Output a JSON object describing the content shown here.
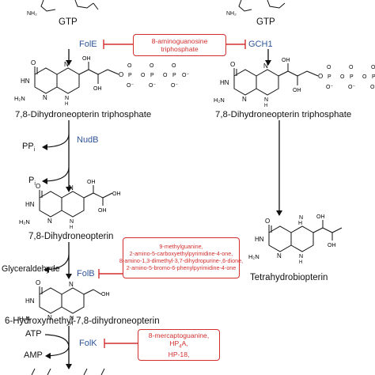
{
  "compounds": {
    "gtp_left": "GTP",
    "gtp_right": "GTP",
    "dhnp_tp_left": "7,8-Dihydroneopterin triphosphate",
    "dhnp_tp_right": "7,8-Dihydroneopterin triphosphate",
    "dhnp": "7,8-Dihydroneopterin",
    "bh4": "Tetrahydrobiopterin",
    "glyceraldehyde": "Glyceraldehyde",
    "hmdhp": "6-Hydroxymethyl-7,8-dihydroneopterin"
  },
  "enzymes": {
    "fole": "FolE",
    "gch1": "GCH1",
    "nudb": "NudB",
    "folb": "FolB",
    "folk": "FolK"
  },
  "cofactors": {
    "ppi": "PP",
    "ppi_sub": "i",
    "pi": "P",
    "pi_sub": "i",
    "atp": "ATP",
    "amp": "AMP"
  },
  "inhibitors": {
    "gtp_box": [
      "8-aminoguanosine",
      "triphosphate"
    ],
    "folb_box": [
      "9-methylguanine,",
      "2-amino-5-carboxyethylpyrimidine-4-one,",
      "8-amino-1,3-dimethyl-3,7-dihydropurine-,6-dione,",
      "2-amino-5-bromo-6-phenylpyrimidine-4-one"
    ],
    "folk_box": {
      "line1": "8-mercaptoguanine,",
      "line2_main": "HP",
      "line2_sub": "4",
      "line2_tail": "A,",
      "line3": "HP-18,"
    }
  },
  "atoms": {
    "O": "O",
    "OH": "OH",
    "HN": "HN",
    "H2N": "H₂N",
    "NH2": "NH₂",
    "N": "N",
    "H": "H",
    "P": "P",
    "Om": "O⁻"
  },
  "colors": {
    "enzyme": "#2f5597",
    "inhibitor": "#d32f2f",
    "ink": "#111111"
  }
}
